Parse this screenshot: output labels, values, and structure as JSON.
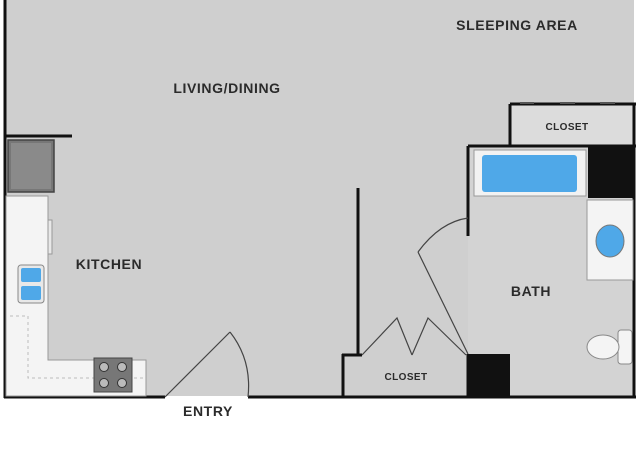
{
  "rooms": {
    "sleeping_area": "SLEEPING AREA",
    "living_dining": "LIVING/DINING",
    "kitchen": "KITCHEN",
    "bath": "BATH",
    "closet_top": "CLOSET",
    "closet_bottom": "CLOSET",
    "entry": "ENTRY"
  },
  "colors": {
    "floor": "#cfcfcf",
    "wall": "#111111",
    "fixture": "#4fa8e8",
    "counter": "#f4f4f4",
    "appliance": "#777777"
  },
  "icons": [
    "refrigerator-icon",
    "sink-icon",
    "stove-icon",
    "bathtub-icon",
    "bath-sink-icon",
    "toilet-icon",
    "door-swing-icon"
  ]
}
